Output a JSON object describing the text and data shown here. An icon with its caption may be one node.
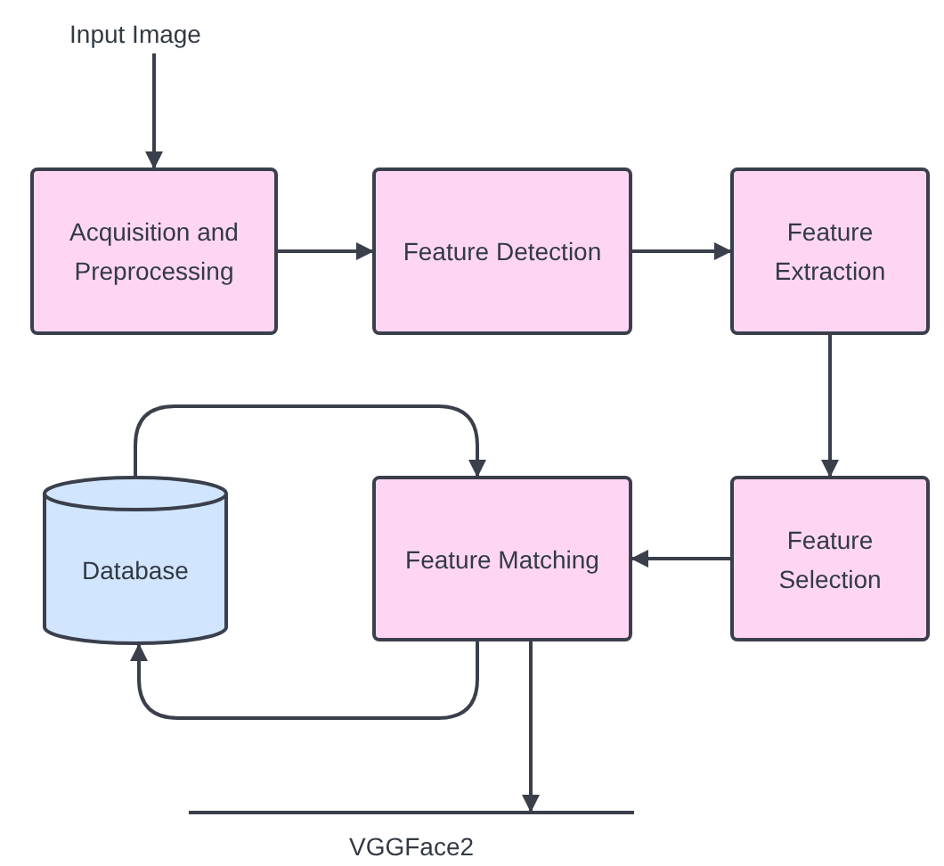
{
  "diagram": {
    "nodes": [
      {
        "text": [
          "Input Image"
        ]
      },
      {
        "text": [
          "Acquisition and Preprocessing"
        ]
      },
      {
        "text": [
          "Feature Detection"
        ]
      },
      {
        "text": [
          "Feature Extraction"
        ]
      },
      {
        "text": [
          "Database"
        ]
      },
      {
        "text": [
          "Feature Matching"
        ]
      },
      {
        "text": [
          "Feature Selection"
        ]
      },
      {
        "text": [
          "VGGFace2"
        ]
      }
    ],
    "edges": [
      {
        "from": 0,
        "to": 1,
        "arrow": "to"
      },
      {
        "from": 1,
        "to": 2,
        "arrow": "to"
      },
      {
        "from": 2,
        "to": 3,
        "arrow": "to"
      },
      {
        "from": 3,
        "to": 6,
        "arrow": "to"
      },
      {
        "from": 6,
        "to": 5,
        "arrow": "to"
      },
      {
        "from": 4,
        "to": 5,
        "arrow": "to"
      },
      {
        "from": 5,
        "to": 4,
        "arrow": "to"
      },
      {
        "from": 5,
        "to": 7,
        "arrow": "to"
      }
    ]
  }
}
